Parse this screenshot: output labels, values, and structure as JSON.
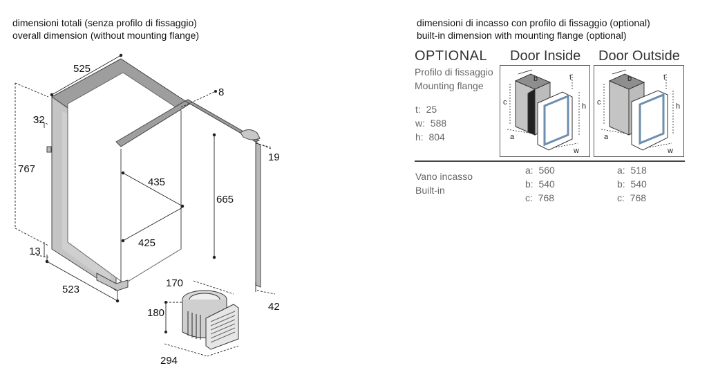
{
  "left_header": {
    "line1": "dimensioni totali (senza profilo di fissaggio)",
    "line2": "overall dimension (without mounting flange)"
  },
  "right_header": {
    "line1": "dimensioni di incasso con profilo di fissaggio (optional)",
    "line2": "built-in dimension with mounting flange (optional)"
  },
  "fridge_dimensions": {
    "width_top": "525",
    "height_total": "767",
    "inner_height": "665",
    "inner_width": "435",
    "inner_depth": "425",
    "depth_bottom": "523",
    "top_offset": "32",
    "bottom_offset": "13",
    "door_thickness": "8",
    "handle_depth": "19",
    "door_bottom": "42"
  },
  "compressor_dimensions": {
    "width": "170",
    "height": "180",
    "depth": "294"
  },
  "optional": {
    "title": "OPTIONAL",
    "flange_it": "Profilo di fissaggio",
    "flange_en": "Mounting flange",
    "t_label": "t:",
    "t_value": "25",
    "w_label": "w:",
    "w_value": "588",
    "h_label": "h:",
    "h_value": "804"
  },
  "panels": {
    "door_inside": "Door Inside",
    "door_outside": "Door Outside",
    "labels": {
      "a": "a",
      "b": "b",
      "c": "c",
      "h": "h",
      "w": "w",
      "t": "t"
    }
  },
  "built_in": {
    "label_it": "Vano incasso",
    "label_en": "Built-in",
    "door_inside": [
      {
        "key": "a:",
        "value": "560"
      },
      {
        "key": "b:",
        "value": "540"
      },
      {
        "key": "c:",
        "value": "768"
      }
    ],
    "door_outside": [
      {
        "key": "a:",
        "value": "518"
      },
      {
        "key": "b:",
        "value": "540"
      },
      {
        "key": "c:",
        "value": "768"
      }
    ]
  },
  "colors": {
    "body_grey": "#c4c4c4",
    "top_grey": "#9e9e9e",
    "line": "#222222",
    "text_light": "#666666"
  }
}
